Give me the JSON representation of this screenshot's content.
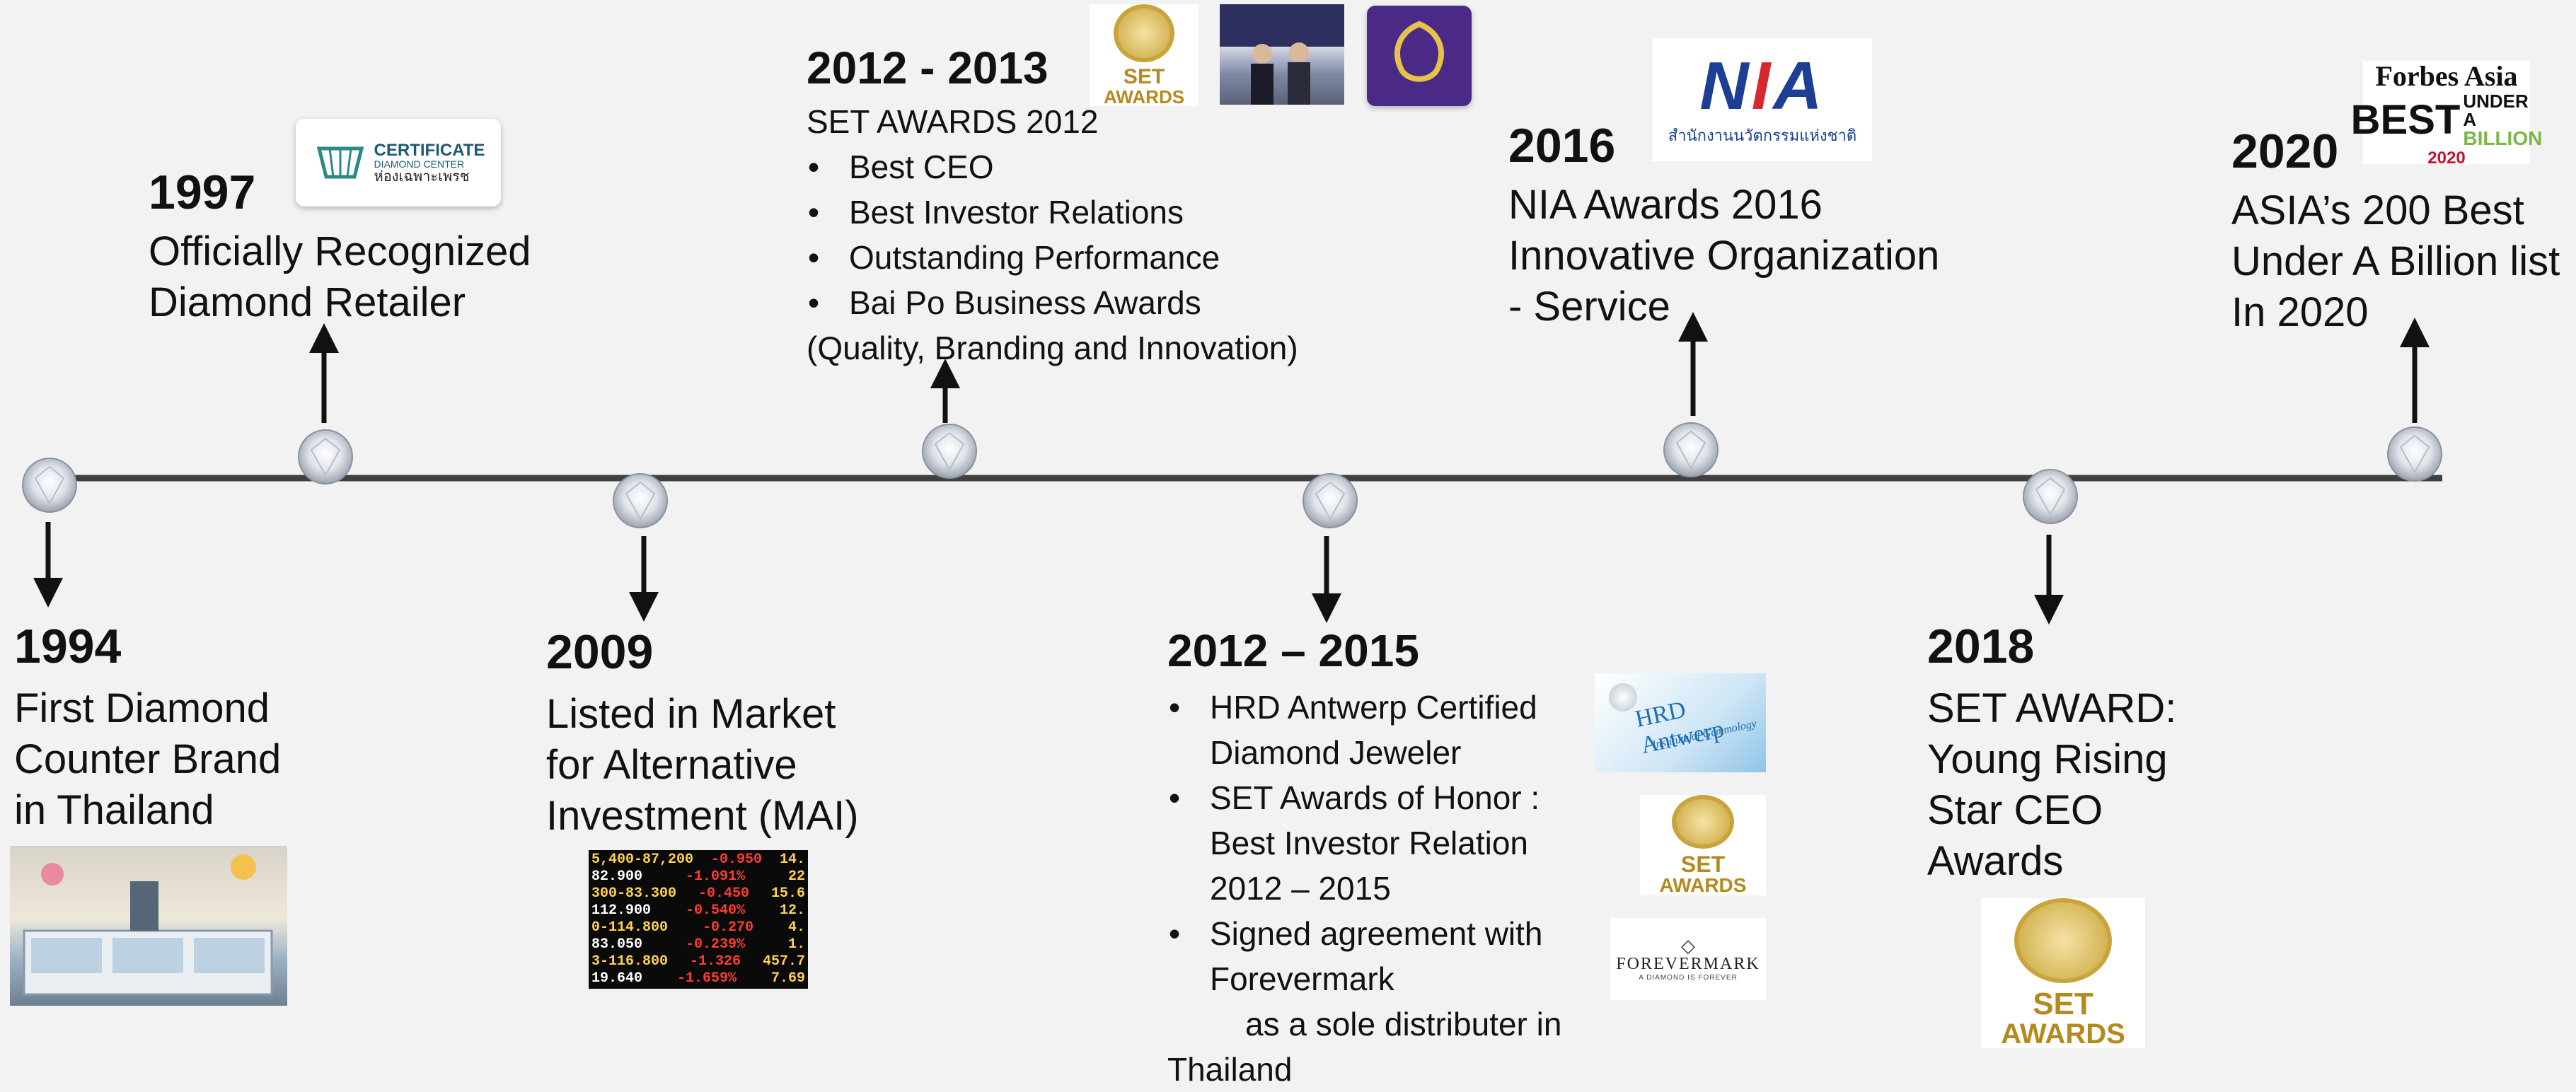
{
  "events": {
    "e1994": {
      "year": "1994",
      "lines": [
        "First Diamond",
        "Counter Brand",
        "in Thailand"
      ]
    },
    "e1997": {
      "year": "1997",
      "lines": [
        "Officially Recognized",
        "Diamond Retailer"
      ]
    },
    "e2009": {
      "year": "2009",
      "lines": [
        "Listed in Market",
        "for Alternative",
        "Investment (MAI)"
      ]
    },
    "e2012_2013": {
      "year": "2012 - 2013",
      "subtitle": "SET AWARDS 2012",
      "bullets": [
        "Best CEO",
        "Best Investor Relations",
        "Outstanding Performance",
        "Bai Po Business Awards"
      ],
      "note": "(Quality, Branding and Innovation)"
    },
    "e2012_2015": {
      "year": "2012 – 2015",
      "bullets": [
        "HRD Antwerp Certified Diamond Jeweler",
        "SET Awards of Honor : Best Investor Relation 2012 – 2015",
        "Signed agreement with Forevermark"
      ],
      "continuation1": "as a sole distributer in",
      "continuation2": "Thailand"
    },
    "e2016": {
      "year": "2016",
      "lines": [
        "NIA Awards 2016",
        "Innovative Organization",
        "- Service"
      ]
    },
    "e2018": {
      "year": "2018",
      "lines": [
        "SET AWARD:",
        "Young Rising",
        "Star CEO",
        "Awards"
      ]
    },
    "e2020": {
      "year": "2020",
      "lines": [
        "ASIA’s 200 Best",
        "Under A Billion list",
        "In 2020"
      ]
    }
  },
  "logos": {
    "certificate": {
      "title": "CERTIFICATE",
      "sub": "DIAMOND CENTER",
      "thai": "ห่องเฉพาะเพรช"
    },
    "set_awards": "SET AWARDS",
    "set_line1": "SET",
    "set_line2": "AWARDS",
    "nia": {
      "mark": "NIA",
      "thai": "สำนักงานนวัตกรรมแห่งชาติ"
    },
    "forbes": {
      "brand": "Forbes Asia",
      "best": "BEST",
      "under": "UNDER A",
      "billion": "BILLION",
      "year": "2020"
    },
    "hrd": {
      "name": "HRD Antwerp",
      "sub": "Institute of Gemmology"
    },
    "forevermark": {
      "name": "FOREVERMARK",
      "tagline": "A DIAMOND IS FOREVER"
    },
    "ticker_rows": [
      [
        "5,400-87,200",
        "-0.950",
        "14."
      ],
      [
        "82.900",
        "-1.091%",
        "22"
      ],
      [
        "300-83.300",
        "-0.450",
        "15.6"
      ],
      [
        "112.900",
        "-0.540%",
        "12."
      ],
      [
        "0-114.800",
        "-0.270",
        "4."
      ],
      [
        "83.050",
        "-0.239%",
        "1."
      ],
      [
        "3-116.800",
        "-1.326",
        "457.7"
      ],
      [
        "19.640",
        "-1.659%",
        "7.69"
      ]
    ]
  },
  "colors": {
    "background": "#f2f2f2",
    "timeline": "#404040",
    "gold": "#c9a43a",
    "nia_blue": "#1c3f94",
    "nia_red": "#d7282f",
    "forbes_red": "#c8102e",
    "forbes_green": "#7ab648"
  }
}
